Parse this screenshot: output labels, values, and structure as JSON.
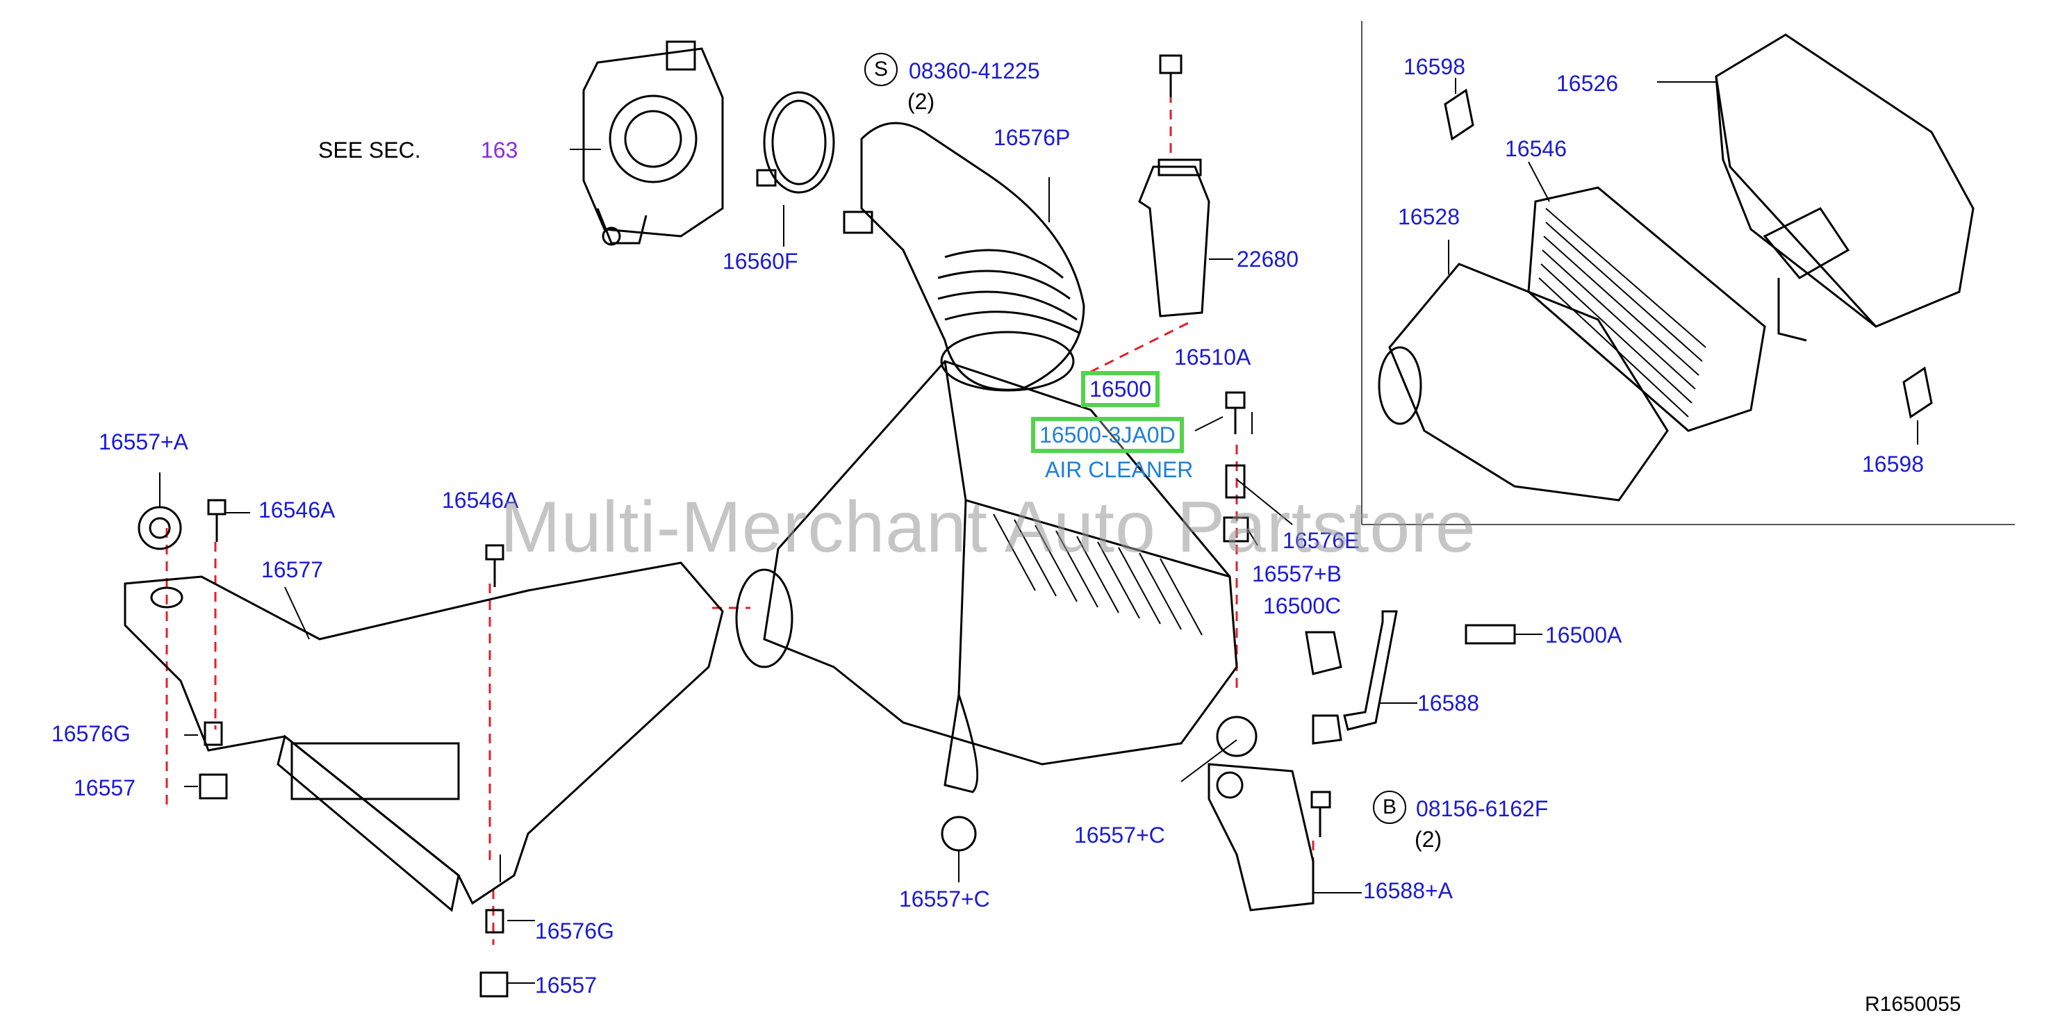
{
  "see_section": {
    "text": "SEE   SEC.",
    "number": "163"
  },
  "screw_s": {
    "letter": "S",
    "part": "08360-41225",
    "qty": "(2)"
  },
  "screw_b": {
    "letter": "B",
    "part": "08156-6162F",
    "qty": "(2)"
  },
  "part_labels": {
    "p16576P": "16576P",
    "p16560F": "16560F",
    "p22680": "22680",
    "p16510A": "16510A",
    "p16500": "16500",
    "p16500_3JA0D": "16500-3JA0D",
    "air_cleaner": "AIR CLEANER",
    "p16557A": "16557+A",
    "p16546A_left": "16546A",
    "p16546A_mid": "16546A",
    "p16577": "16577",
    "p16576E": "16576E",
    "p16557B": "16557+B",
    "p16500C": "16500C",
    "p16500A": "16500A",
    "p16588": "16588",
    "p16576G_left": "16576G",
    "p16557_left": "16557",
    "p16557C_mid": "16557+C",
    "p16557C_right": "16557+C",
    "p16588A": "16588+A",
    "p16576G_bottom": "16576G",
    "p16557_bottom": "16557",
    "p16598_top": "16598",
    "p16526": "16526",
    "p16546": "16546",
    "p16528": "16528",
    "p16598_bottom": "16598"
  },
  "diagram_code": "R1650055",
  "watermark": "Multi-Merchant Auto Partstore",
  "colors": {
    "label": "#1a1ad6",
    "section_ref": "#8a2be2",
    "highlight": "#52d44a",
    "cyan": "#1e7fd8",
    "dash": "#e0202a"
  }
}
